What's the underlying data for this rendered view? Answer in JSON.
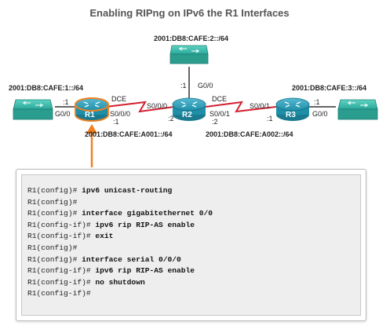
{
  "title": "Enabling RIPng on IPv6 the R1 Interfaces",
  "routers": {
    "r1": "R1",
    "r2": "R2",
    "r3": "R3"
  },
  "networks": {
    "lan1": "2001:DB8:CAFE:1::/64",
    "lan2": "2001:DB8:CAFE:2::/64",
    "lan3": "2001:DB8:CAFE:3::/64",
    "wan1": "2001:DB8:CAFE:A001::/64",
    "wan2": "2001:DB8:CAFE:A002::/64"
  },
  "links": {
    "r1_g00_if": "G0/0",
    "r1_g00_host": ":1",
    "r1_s000_if": "S0/0/0",
    "r1_s000_host": ":1",
    "r1_dce": "DCE",
    "r2_s000_if": "S0/0/0",
    "r2_s000_host": ":2",
    "r2_g00_if": "G0/0",
    "r2_g00_host": ":1",
    "r2_s001_if": "S0/0/1",
    "r2_s001_host": ":2",
    "r2_dce": "DCE",
    "r3_s001_if": "S0/0/1",
    "r3_s001_host": ":1",
    "r3_g00_if": "G0/0",
    "r3_g00_host": ":1"
  },
  "colors": {
    "router": "#1f8fa8",
    "router_highlight": "#f08020",
    "switch": "#2aa89a",
    "serial": "#d2202f",
    "pointer": "#f08020"
  },
  "console": {
    "lines": [
      {
        "prompt": "R1(config)#",
        "cmd": "ipv6 unicast-routing"
      },
      {
        "prompt": "R1(config)#",
        "cmd": ""
      },
      {
        "prompt": "R1(config)#",
        "cmd": "interface gigabitethernet 0/0"
      },
      {
        "prompt": "R1(config-if)#",
        "cmd": "ipv6 rip RIP-AS enable"
      },
      {
        "prompt": "R1(config-if)#",
        "cmd": "exit"
      },
      {
        "prompt": "R1(config)#",
        "cmd": ""
      },
      {
        "prompt": "R1(config)#",
        "cmd": "interface serial 0/0/0"
      },
      {
        "prompt": "R1(config-if)#",
        "cmd": "ipv6 rip RIP-AS enable"
      },
      {
        "prompt": "R1(config-if)#",
        "cmd": "no shutdown"
      },
      {
        "prompt": "R1(config-if)#",
        "cmd": ""
      }
    ]
  }
}
